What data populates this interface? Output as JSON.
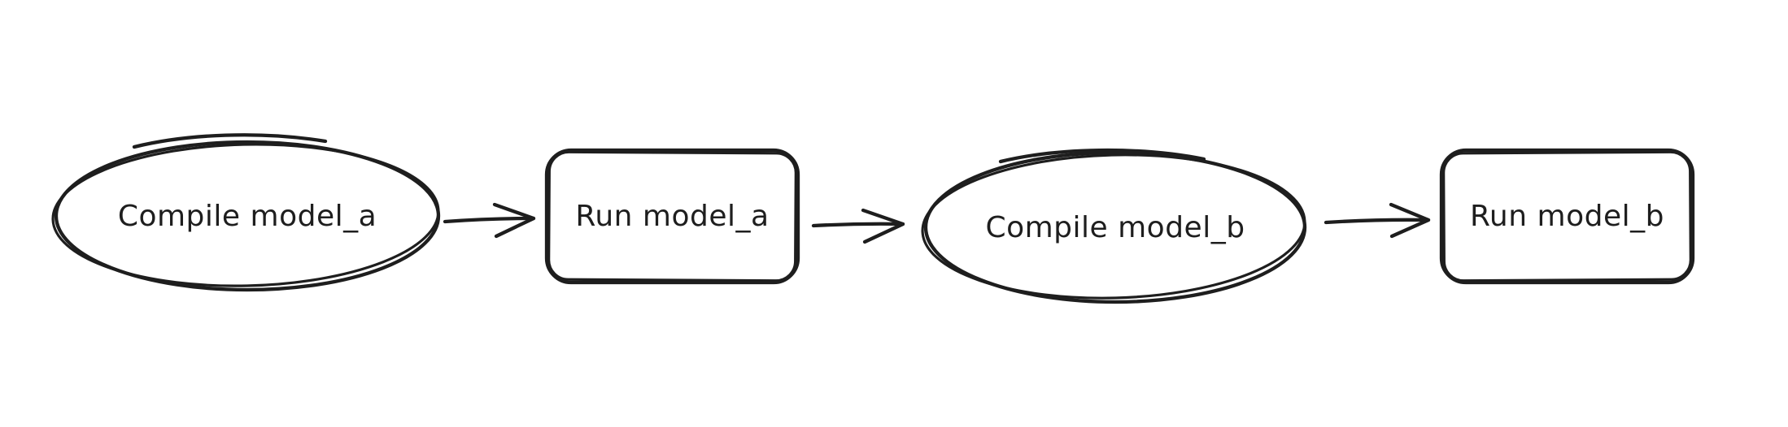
{
  "canvas": {
    "background_color": "#ffffff",
    "stroke_color": "#1e1e1e",
    "text_color": "#1e1e1e",
    "style": "hand-drawn"
  },
  "diagram": {
    "type": "flowchart",
    "direction": "left-to-right",
    "nodes": [
      {
        "id": "compile-model-a",
        "shape": "ellipse",
        "label": "Compile model_a"
      },
      {
        "id": "run-model-a",
        "shape": "rounded-rectangle",
        "label": "Run model_a"
      },
      {
        "id": "compile-model-b",
        "shape": "ellipse",
        "label": "Compile model_b"
      },
      {
        "id": "run-model-b",
        "shape": "rounded-rectangle",
        "label": "Run model_b"
      }
    ],
    "edges": [
      {
        "from": "compile-model-a",
        "to": "run-model-a",
        "type": "arrow"
      },
      {
        "from": "run-model-a",
        "to": "compile-model-b",
        "type": "arrow"
      },
      {
        "from": "compile-model-b",
        "to": "run-model-b",
        "type": "arrow"
      }
    ]
  }
}
